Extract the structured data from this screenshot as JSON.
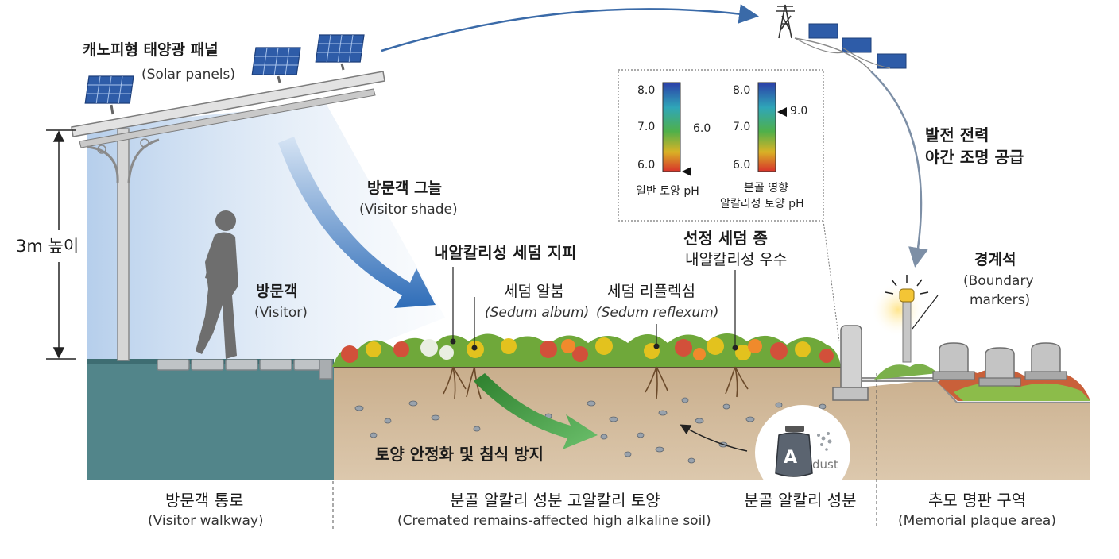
{
  "colors": {
    "sky_shade": "#b9d2ec",
    "arrow_blue": "#3a76bf",
    "arrow_green": "#3d9a3d",
    "ground_teal": "#52858a",
    "soil": "#cdb597",
    "pole": "#cfcfcf",
    "sedum_red": "#d2503a",
    "sedum_yellow": "#e3c21e",
    "sedum_green": "#6fa83a"
  },
  "labels": {
    "solar_ko": "캐노피형 태양광 패널",
    "solar_en": "(Solar panels)",
    "height": "3m 높이",
    "visitor_ko": "방문객",
    "visitor_en": "(Visitor)",
    "shade_ko": "방문객 그늘",
    "shade_en": "(Visitor shade)",
    "power_line1": "발전 전력",
    "power_line2": "야간 조명 공급",
    "sedum_cover": "내알칼리성 세덤 지피",
    "album_ko": "세덤 알붐",
    "album_en": "(Sedum album)",
    "reflexum_ko": "세덤 리플렉섬",
    "reflexum_en": "(Sedum reflexum)",
    "selected_line1": "선정 세덤 종",
    "selected_line2": "내알칼리성 우수",
    "boundary_ko": "경계석",
    "boundary_en1": "(Boundary",
    "boundary_en2": "markers)",
    "erosion": "토양 안정화 및 침식 방지",
    "urn_letter": "A",
    "dust": "dust",
    "walkway_ko": "방문객 통로",
    "walkway_en": "(Visitor walkway)",
    "soil_ko": "분골 알칼리 성분 고알칼리 토양",
    "soil_en": "(Cremated remains-affected high alkaline soil)",
    "alkali_component": "분골 알칼리 성분",
    "memorial_ko": "추모 명판 구역",
    "memorial_en": "(Memorial plaque area)"
  },
  "ph_inset": {
    "scale_ticks": [
      "8.0",
      "7.0",
      "6.0"
    ],
    "normal": {
      "marker": "6.0",
      "caption": "일반 토양 pH",
      "value": 6.0
    },
    "alkaline": {
      "marker": "9.0",
      "caption1": "분골 영향",
      "caption2": "알칼리성 토양 pH",
      "value": 9.0
    }
  }
}
